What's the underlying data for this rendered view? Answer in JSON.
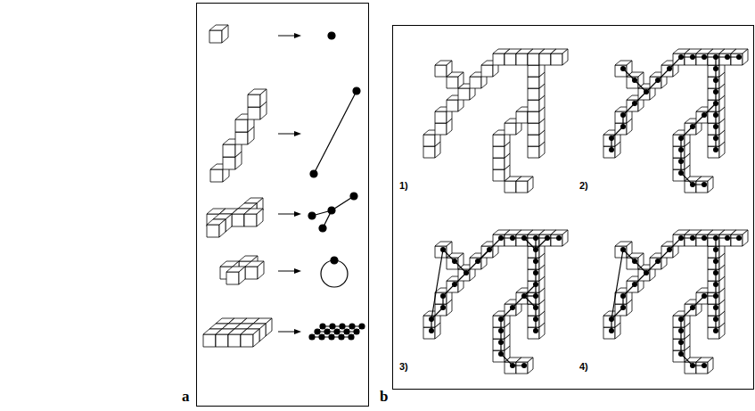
{
  "diagram": {
    "labels": [
      "a",
      "b",
      "1)",
      "2)",
      "3)",
      "4)"
    ]
  }
}
